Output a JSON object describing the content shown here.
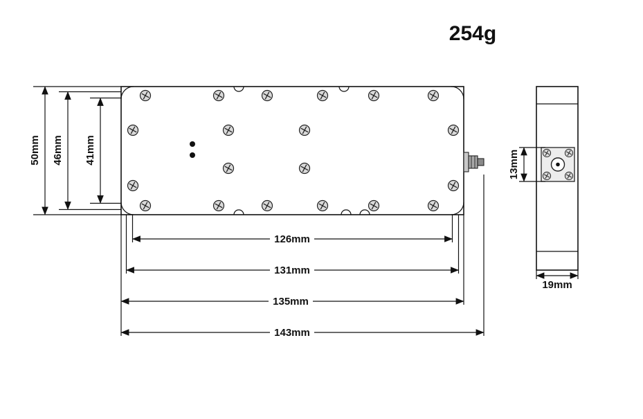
{
  "weight_label": "254g",
  "dimensions": {
    "left": [
      {
        "id": "outer-height",
        "label": "50mm"
      },
      {
        "id": "mid-height",
        "label": "46mm"
      },
      {
        "id": "inner-height",
        "label": "41mm"
      }
    ],
    "bottom": [
      {
        "id": "length-126",
        "label": "126mm"
      },
      {
        "id": "length-131",
        "label": "131mm"
      },
      {
        "id": "length-135",
        "label": "135mm"
      },
      {
        "id": "length-143",
        "label": "143mm"
      }
    ],
    "side": {
      "connector_height": "13mm",
      "body_width": "19mm"
    }
  },
  "colors": {
    "line": "#111111",
    "screw_fill": "#d9d9d9",
    "background": "#ffffff"
  }
}
